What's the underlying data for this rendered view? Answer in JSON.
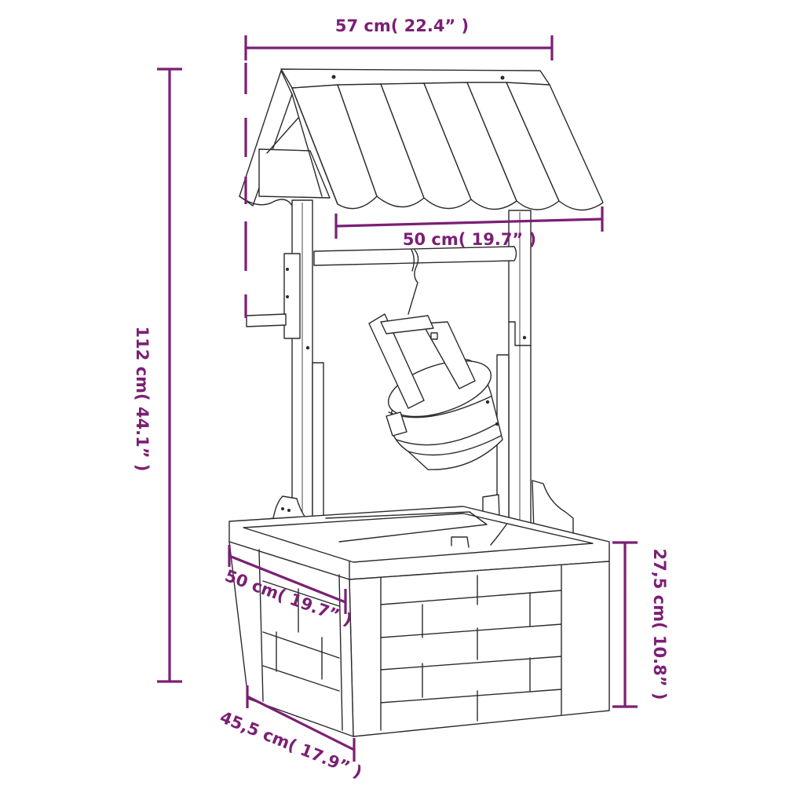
{
  "product": {
    "type": "wishing well planter",
    "parts": [
      "roof",
      "posts",
      "crossbar",
      "bucket",
      "crank handle",
      "planter box"
    ]
  },
  "colors": {
    "dimension_line": "#7b1f74",
    "drawing_line": "#2b2b2b",
    "background": "#ffffff"
  },
  "dimensions": {
    "roof_width": {
      "label": "57 cm( 22.4”  )",
      "value_cm": 57,
      "value_in": 22.4
    },
    "roof_eave_width": {
      "label": "50 cm( 19.7”  )",
      "value_cm": 50,
      "value_in": 19.7
    },
    "total_height": {
      "label": "112 cm( 44.1”  )",
      "value_cm": 112,
      "value_in": 44.1
    },
    "box_height": {
      "label": "27,5 cm( 10.8”  )",
      "value_cm": 27.5,
      "value_in": 10.8
    },
    "box_length": {
      "label": "50 cm( 19.7”  )",
      "value_cm": 50,
      "value_in": 19.7
    },
    "box_depth": {
      "label": "45,5 cm( 17.9”  )",
      "value_cm": 45.5,
      "value_in": 17.9
    }
  }
}
